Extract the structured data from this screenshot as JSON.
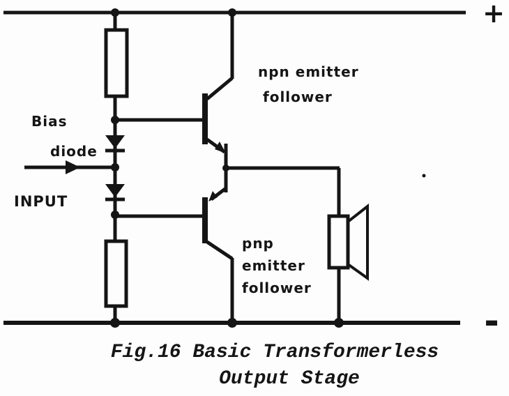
{
  "diagram": {
    "type": "circuit-schematic",
    "figure_number": "Fig.16",
    "title": "Basic Transformerless Output Stage"
  },
  "labels": {
    "bias": "Bias",
    "diode": "diode",
    "input": "INPUT",
    "npn_line1": "npn emitter",
    "npn_line2": "follower",
    "pnp_line1": "pnp",
    "pnp_line2": "emitter",
    "pnp_line3": "follower",
    "plus_terminal": "+",
    "minus_terminal": "-"
  },
  "caption": {
    "line1": "Fig.16 Basic Transformerless",
    "line2": "Output Stage"
  },
  "colors": {
    "ink": "#151515",
    "background": "#fdfdfd"
  },
  "components": [
    "positive-supply-rail",
    "negative-supply-rail",
    "upper-bias-resistor",
    "lower-bias-resistor",
    "bias-diode-1",
    "bias-diode-2",
    "input-arrow",
    "npn-transistor",
    "pnp-transistor",
    "loudspeaker"
  ]
}
